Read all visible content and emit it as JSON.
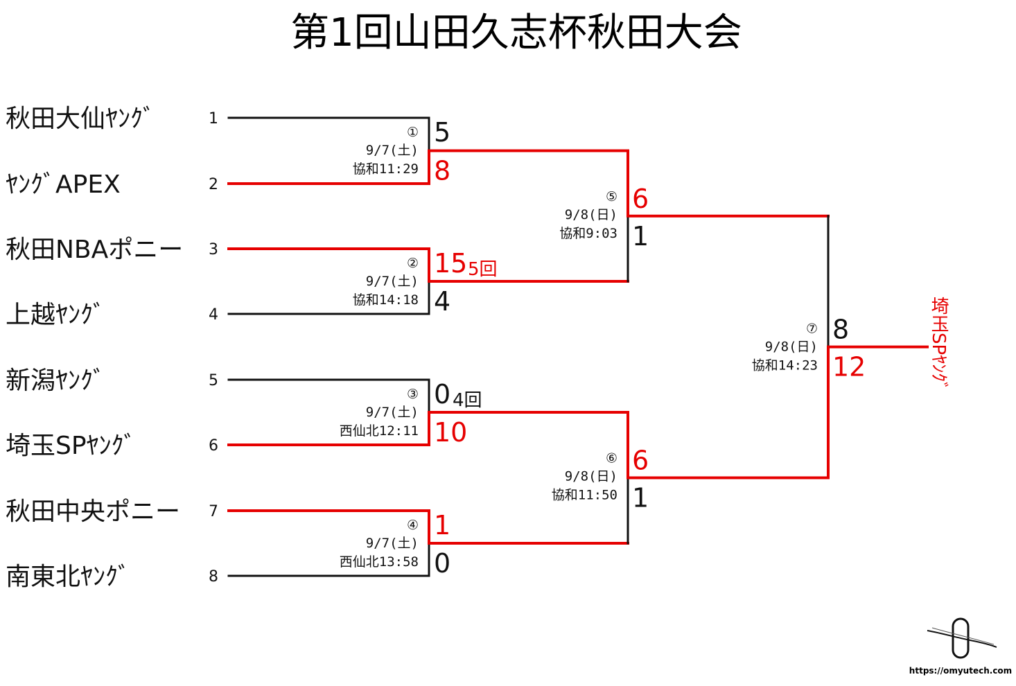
{
  "title": "第1回山田久志杯秋田大会",
  "colors": {
    "line": "#111111",
    "winner": "#e60000",
    "text": "#111111"
  },
  "teams": [
    {
      "seed": "1",
      "name": "秋田大仙ﾔﾝｸﾞ"
    },
    {
      "seed": "2",
      "name": "ﾔﾝｸﾞAPEX"
    },
    {
      "seed": "3",
      "name": "秋田NBAポニー"
    },
    {
      "seed": "4",
      "name": "上越ﾔﾝｸﾞ"
    },
    {
      "seed": "5",
      "name": "新潟ﾔﾝｸﾞ"
    },
    {
      "seed": "6",
      "name": "埼玉SPﾔﾝｸﾞ"
    },
    {
      "seed": "7",
      "name": "秋田中央ポニー"
    },
    {
      "seed": "8",
      "name": "南東北ﾔﾝｸﾞ"
    }
  ],
  "games": [
    {
      "no": "①",
      "date": "9/7(土)",
      "venue_time": "協和11:29",
      "top_score": "5",
      "bottom_score": "8",
      "winner": "bottom",
      "note": ""
    },
    {
      "no": "②",
      "date": "9/7(土)",
      "venue_time": "協和14:18",
      "top_score": "15",
      "bottom_score": "4",
      "winner": "top",
      "note": "5回"
    },
    {
      "no": "③",
      "date": "9/7(土)",
      "venue_time": "西仙北12:11",
      "top_score": "0",
      "bottom_score": "10",
      "winner": "bottom",
      "note": "4回"
    },
    {
      "no": "④",
      "date": "9/7(土)",
      "venue_time": "西仙北13:58",
      "top_score": "1",
      "bottom_score": "0",
      "winner": "top",
      "note": ""
    },
    {
      "no": "⑤",
      "date": "9/8(日)",
      "venue_time": "協和9:03",
      "top_score": "6",
      "bottom_score": "1",
      "winner": "top",
      "note": ""
    },
    {
      "no": "⑥",
      "date": "9/8(日)",
      "venue_time": "協和11:50",
      "top_score": "6",
      "bottom_score": "1",
      "winner": "top",
      "note": ""
    },
    {
      "no": "⑦",
      "date": "9/8(日)",
      "venue_time": "協和14:23",
      "top_score": "8",
      "bottom_score": "12",
      "winner": "bottom",
      "note": ""
    }
  ],
  "champion": "埼玉SPﾔﾝｸﾞ",
  "footer": {
    "url": "https://omyutech.com"
  }
}
